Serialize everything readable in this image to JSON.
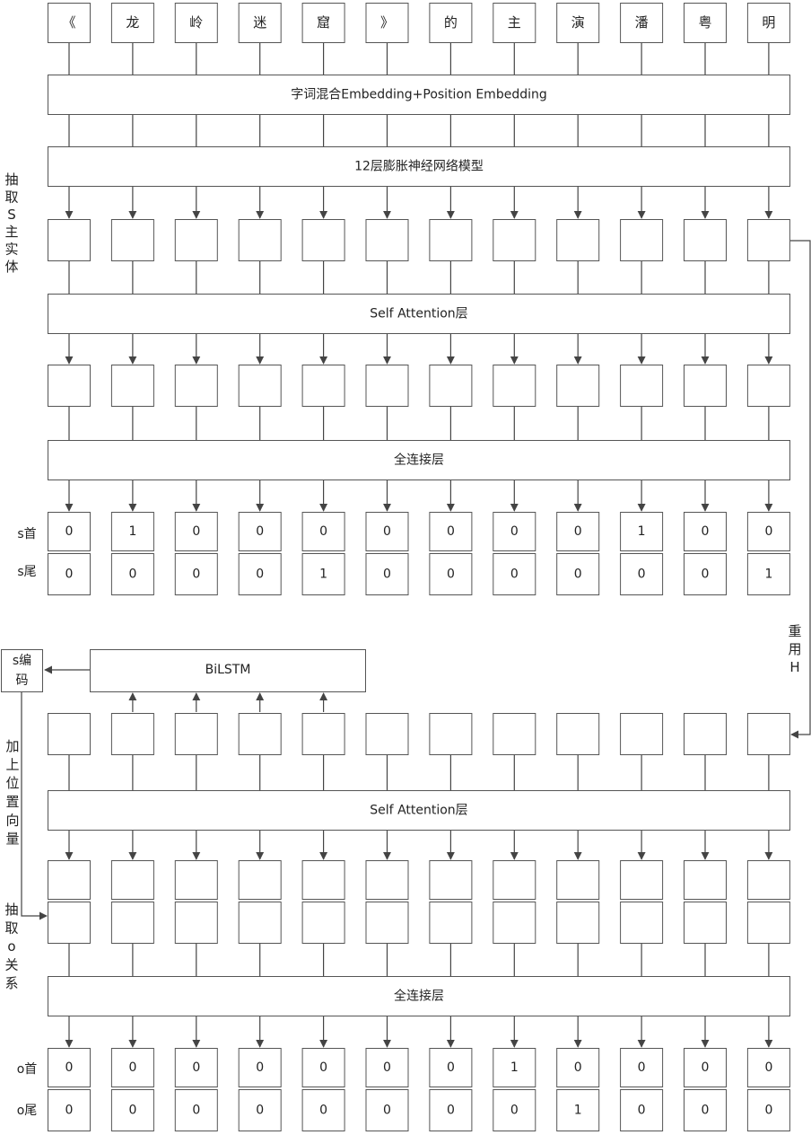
{
  "tokens": [
    "《",
    "龙",
    "岭",
    "迷",
    "窟",
    "》",
    "的",
    "主",
    "演",
    "潘",
    "粤",
    "明"
  ],
  "layers": {
    "embedding": "字词混合Embedding+Position Embedding",
    "dgcnn": "12层膨胀神经网络模型",
    "attention_top": "Self Attention层",
    "fc_top": "全连接层",
    "bilstm": "BiLSTM",
    "attention_bottom": "Self Attention层",
    "fc_bottom": "全连接层"
  },
  "side_labels": {
    "extract_s": [
      "抽",
      "取",
      "S",
      "主",
      "实",
      "体"
    ],
    "reuse_h": [
      "重",
      "用",
      "H"
    ],
    "s_encode": [
      "s编",
      "码"
    ],
    "add_pos": [
      "加",
      "上",
      "位",
      "置",
      "向",
      "量"
    ],
    "extract_o": [
      "抽",
      "取",
      "o",
      "关",
      "系"
    ]
  },
  "row_labels": {
    "s_head": "s首",
    "s_tail": "s尾",
    "o_head": "o首",
    "o_tail": "o尾"
  },
  "s_head": [
    "0",
    "1",
    "0",
    "0",
    "0",
    "0",
    "0",
    "0",
    "0",
    "1",
    "0",
    "0"
  ],
  "s_tail": [
    "0",
    "0",
    "0",
    "0",
    "1",
    "0",
    "0",
    "0",
    "0",
    "0",
    "0",
    "1"
  ],
  "o_head": [
    "0",
    "0",
    "0",
    "0",
    "0",
    "0",
    "0",
    "1",
    "0",
    "0",
    "0",
    "0"
  ],
  "o_tail": [
    "0",
    "0",
    "0",
    "0",
    "0",
    "0",
    "0",
    "0",
    "1",
    "0",
    "0",
    "0"
  ],
  "colors": {
    "stroke": "#555555",
    "arrow": "#444444",
    "text": "#222222"
  }
}
